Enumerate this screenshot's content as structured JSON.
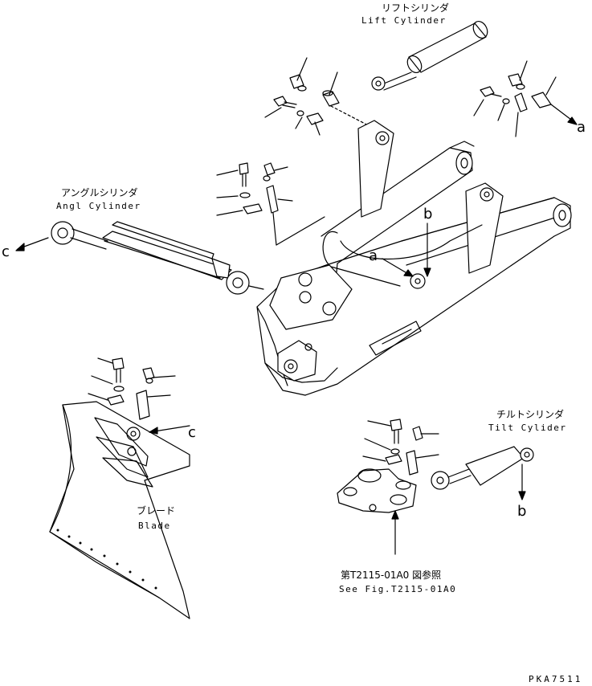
{
  "labels": {
    "lift_cylinder_jp": "リフトシリンダ",
    "lift_cylinder_en": "Lift Cylinder",
    "angle_cylinder_jp": "アングルシリンダ",
    "angle_cylinder_en": "Angl Cylinder",
    "tilt_cylinder_jp": "チルトシリンダ",
    "tilt_cylinder_en": "Tilt Cylider",
    "blade_jp": "ブレード",
    "blade_en": "Blade",
    "see_fig_jp": "第T2115-01A0 図参照",
    "see_fig_en": "See Fig.T2115-01A0",
    "drawing_code": "PKA7511"
  },
  "callouts": {
    "a_right": "a",
    "a_frame": "a",
    "b_frame": "b",
    "b_tilt": "b",
    "c_left": "c",
    "c_blade": "c"
  }
}
